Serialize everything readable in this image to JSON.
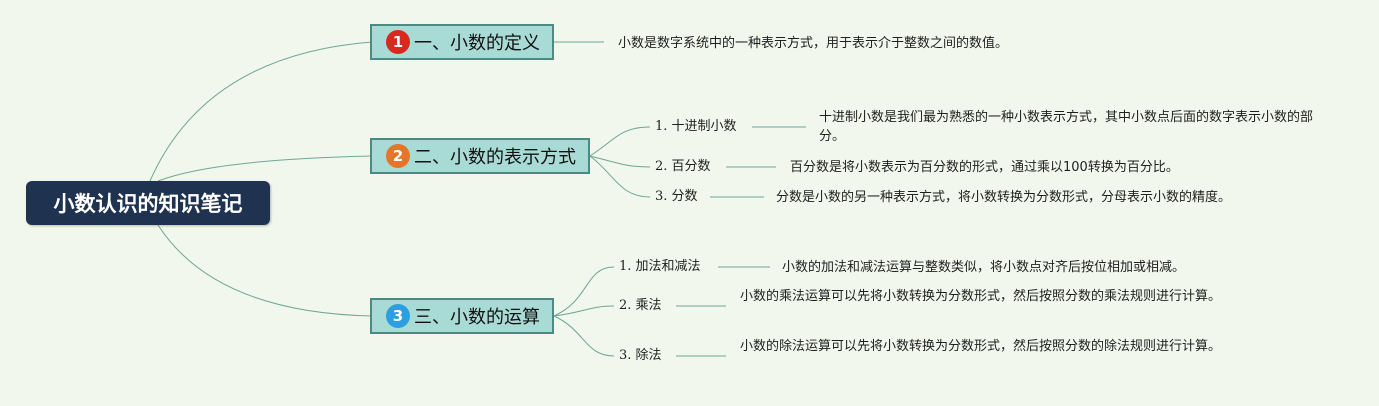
{
  "root": {
    "title": "小数认识的知识笔记"
  },
  "colors": {
    "root_bg": "#1f3350",
    "topic_bg": "#a9dbd6",
    "topic_border": "#4d8a80",
    "line": "#5a9a8a",
    "background": "#f1f7ec"
  },
  "topics": [
    {
      "badge": "1",
      "badge_color": "#d9281e",
      "title": "一、小数的定义",
      "note": "小数是数字系统中的一种表示方式，用于表示介于整数之间的数值。"
    },
    {
      "badge": "2",
      "badge_color": "#e6752a",
      "title": "二、小数的表示方式",
      "subtopics": [
        {
          "label": "1. 十进制小数",
          "note": "十进制小数是我们最为熟悉的一种小数表示方式，其中小数点后面的数字表示小数的部分。"
        },
        {
          "label": "2. 百分数",
          "note": "百分数是将小数表示为百分数的形式，通过乘以100转换为百分比。"
        },
        {
          "label": "3. 分数",
          "note": "分数是小数的另一种表示方式，将小数转换为分数形式，分母表示小数的精度。"
        }
      ]
    },
    {
      "badge": "3",
      "badge_color": "#2b9fe0",
      "title": "三、小数的运算",
      "subtopics": [
        {
          "label": "1. 加法和减法",
          "note": "小数的加法和减法运算与整数类似，将小数点对齐后按位相加或相减。"
        },
        {
          "label": "2. 乘法",
          "note": "小数的乘法运算可以先将小数转换为分数形式，然后按照分数的乘法规则进行计算。"
        },
        {
          "label": "3. 除法",
          "note": "小数的除法运算可以先将小数转换为分数形式，然后按照分数的除法规则进行计算。"
        }
      ]
    }
  ]
}
